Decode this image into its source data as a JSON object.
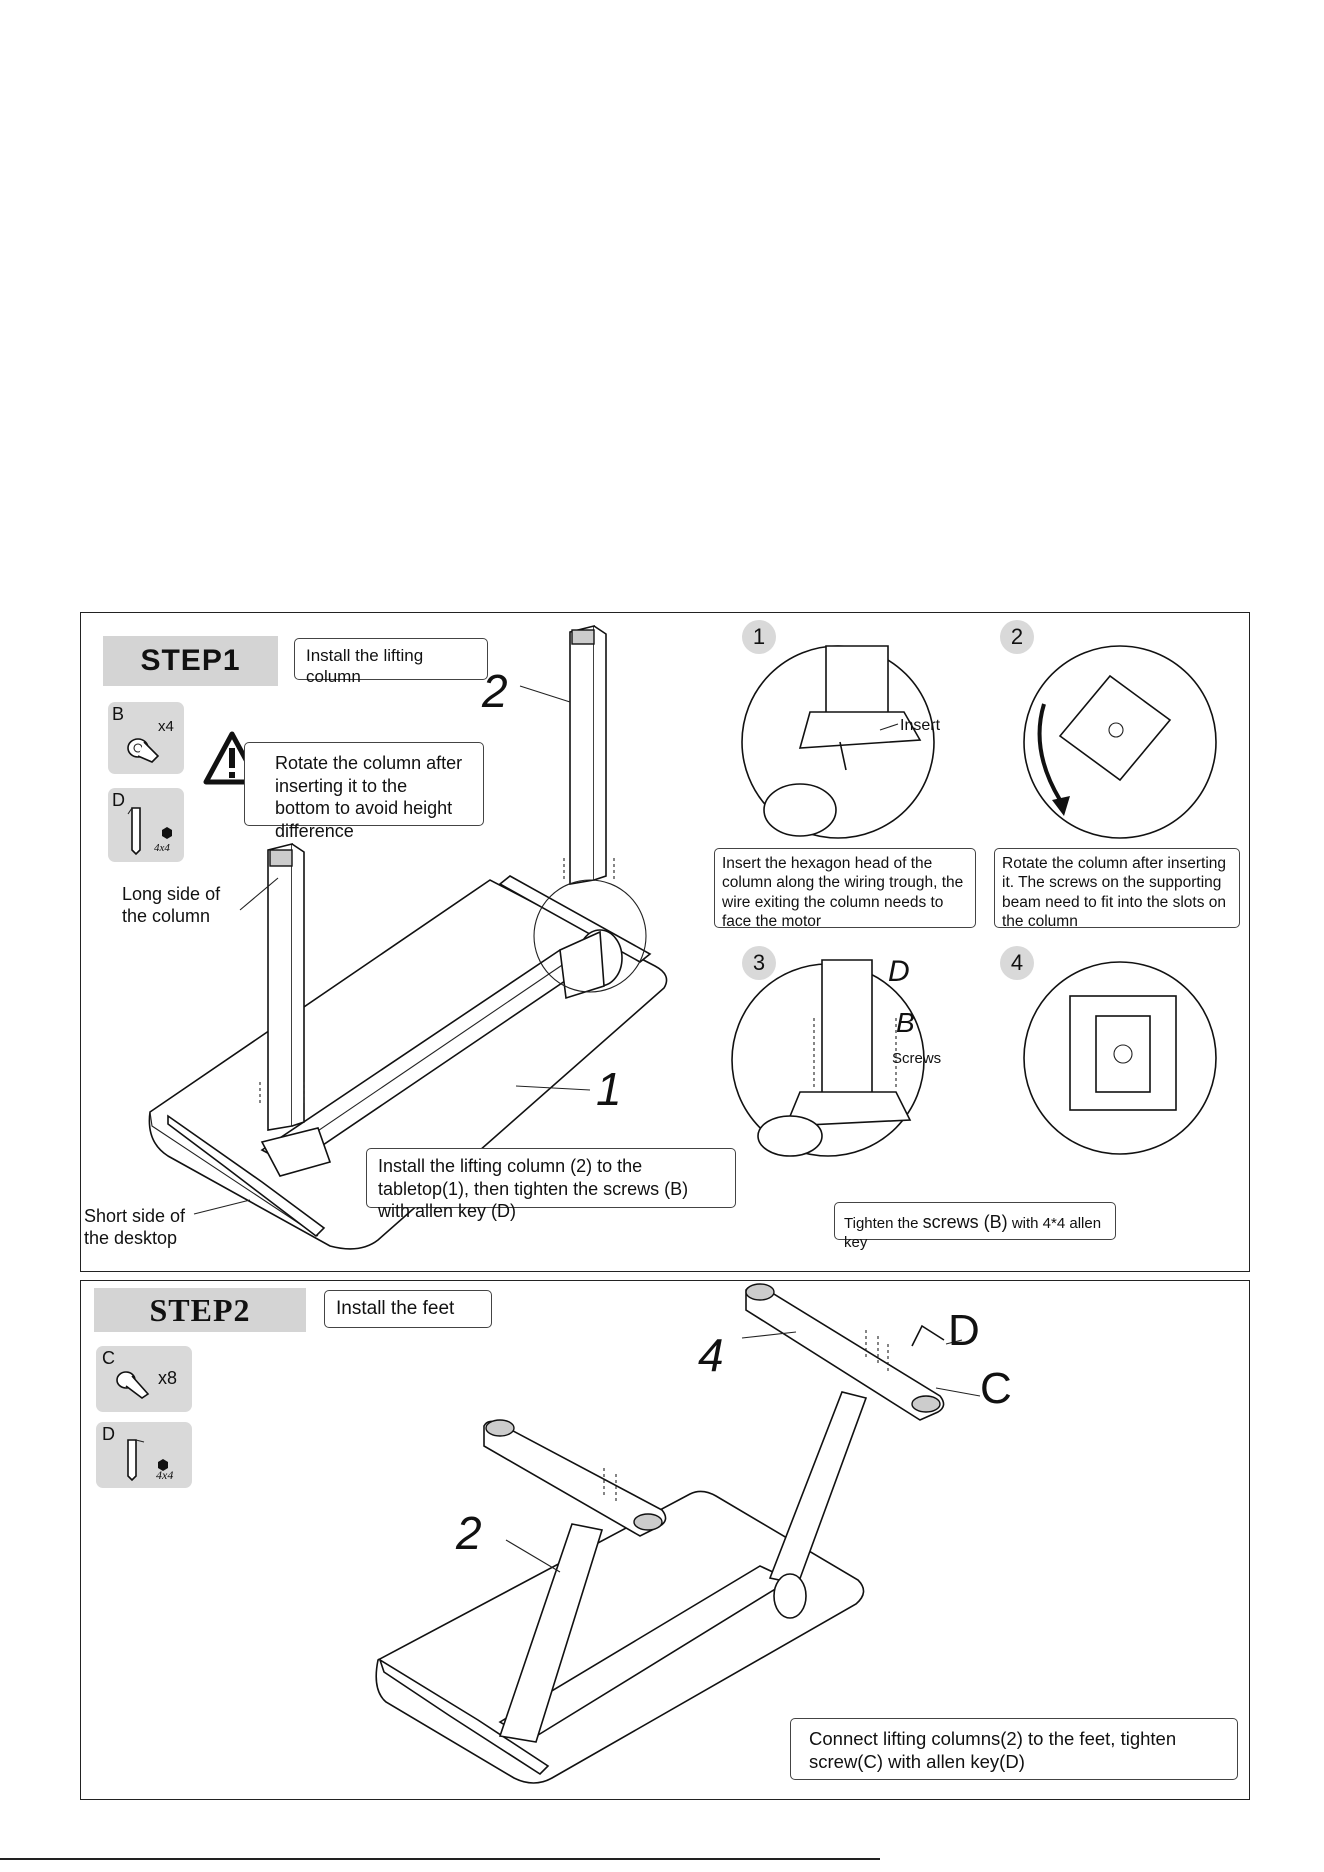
{
  "step1": {
    "banner": "STEP1",
    "title": "Install the lifting column",
    "part_b": {
      "letter": "B",
      "qty": "x4"
    },
    "part_d": {
      "letter": "D",
      "size": "4x4"
    },
    "warning": "Rotate the column after inserting it to the bottom to avoid height difference",
    "label_long_side": "Long side of the column",
    "label_short_side": "Short side of the desktop",
    "num_column": "2",
    "num_tabletop": "1",
    "instruction": "Install the lifting column (2) to the tabletop(1), then tighten the screws (B) with allen key (D)",
    "detail1": {
      "num": "1",
      "insert": "Insert",
      "caption": "Insert the hexagon head of the column along the wiring trough, the wire exiting the column needs to face the motor"
    },
    "detail2": {
      "num": "2",
      "caption": "Rotate the column after inserting it. The screws on the supporting beam need to fit into the slots on the column"
    },
    "detail3": {
      "num": "3",
      "d": "D",
      "b": "B",
      "screws": "Screws"
    },
    "detail4": {
      "num": "4"
    },
    "tighten_prefix": "Tighten the ",
    "tighten_mid": "screws (B)",
    "tighten_suffix": " with 4*4 allen key"
  },
  "step2": {
    "banner": "STEP2",
    "title": "Install the feet",
    "part_c": {
      "letter": "C",
      "qty": "x8"
    },
    "part_d": {
      "letter": "D",
      "size": "4x4"
    },
    "num_feet": "4",
    "num_column": "2",
    "label_d": "D",
    "label_c": "C",
    "instruction": "Connect lifting columns(2) to the feet, tighten screw(C) with allen key(D)"
  }
}
